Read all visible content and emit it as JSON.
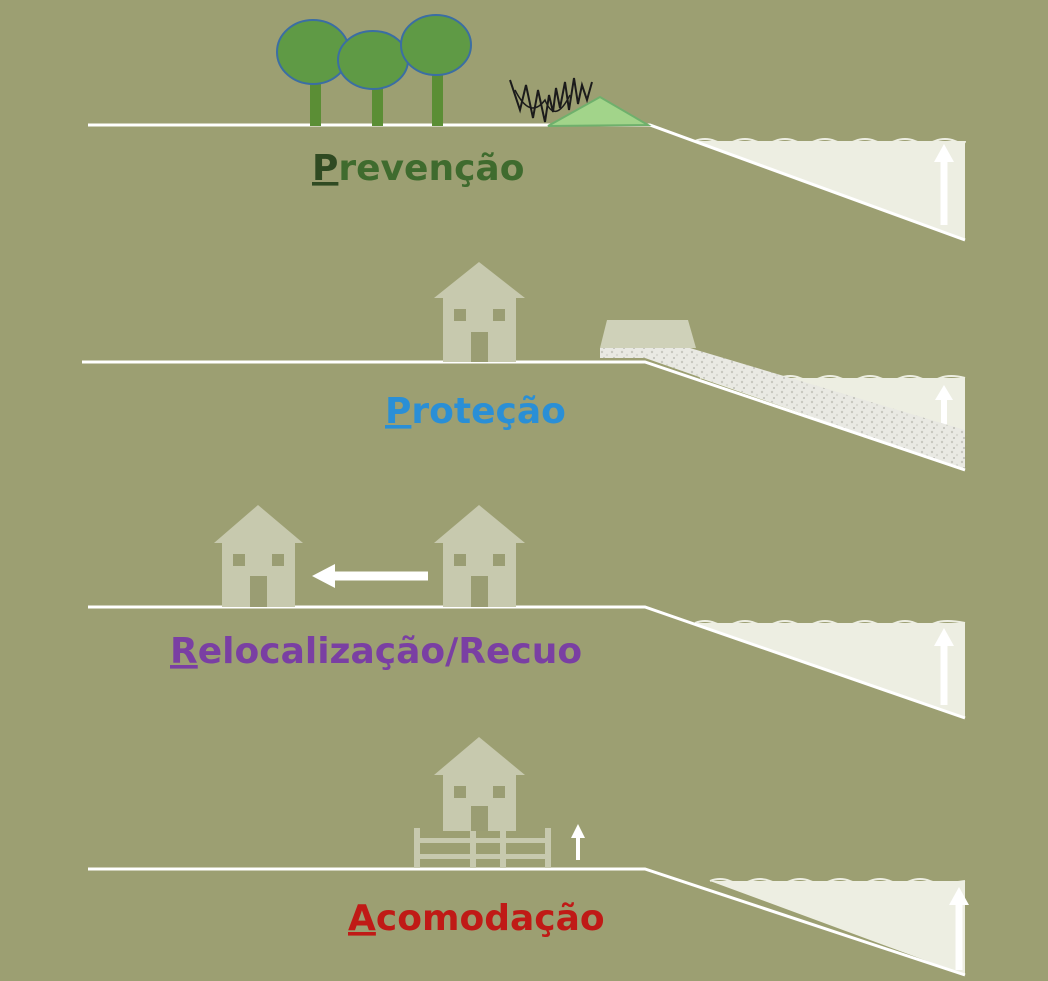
{
  "colors": {
    "background": "#9c9f72",
    "ground_line": "#ffffff",
    "water": "#edeee2",
    "house": "#c7c9ae",
    "house_window": "#9a9d73",
    "tree_crown": "#5f9a45",
    "tree_crown_outline": "#3b6ea3",
    "tree_trunk": "#5b8e35",
    "dune": "#a2d48a",
    "dune_outline": "#6fb06c",
    "grass": "#1b1b1b",
    "seawall": "#cfd1b9",
    "rubble": "#e6e6e0"
  },
  "panels": [
    {
      "id": "prevencao",
      "initial": "P",
      "rest": "revenção",
      "color": "#3f6b2e"
    },
    {
      "id": "protecao",
      "initial": "P",
      "rest": "roteção",
      "color": "#2a8fd6"
    },
    {
      "id": "relocalizacao",
      "initial": "R",
      "rest": "elocalização/Recuo",
      "color": "#7a3fa3"
    },
    {
      "id": "acomodacao",
      "initial": "A",
      "rest": "comodação",
      "color": "#c01a16"
    }
  ]
}
